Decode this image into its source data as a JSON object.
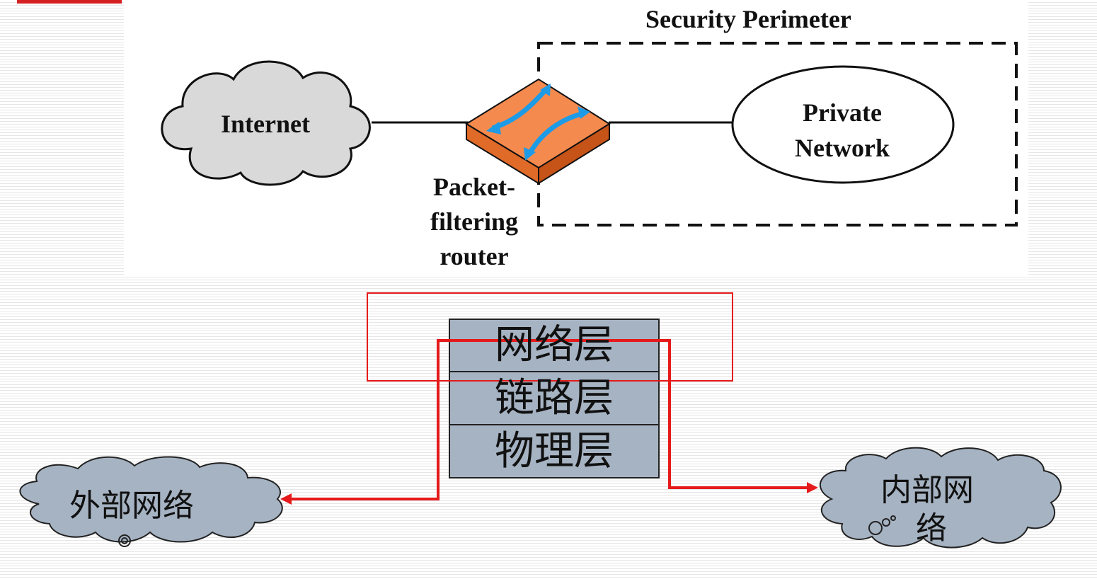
{
  "top_diagram": {
    "perimeter_title": "Security Perimeter",
    "internet_label": "Internet",
    "private_network_label_line1": "Private",
    "private_network_label_line2": "Network",
    "router_label_line1": "Packet-",
    "router_label_line2": "filtering",
    "router_label_line3": "router"
  },
  "layer_stack": {
    "network_layer": "网络层",
    "link_layer": "链路层",
    "physical_layer": "物理层"
  },
  "external_network": {
    "label": "外部网络"
  },
  "internal_network": {
    "label_line1": "内部网",
    "label_line2": "络"
  },
  "colors": {
    "accent": "#d42020",
    "layer_fill": "#a6b3c3",
    "cloud_fill": "#a6b3c3",
    "router_fill": "#f07a3a",
    "arrow_blue": "#1e9be6",
    "path_red": "#e61a1a"
  },
  "icons": [
    "cloud-icon",
    "router-icon",
    "cloud-icon"
  ]
}
